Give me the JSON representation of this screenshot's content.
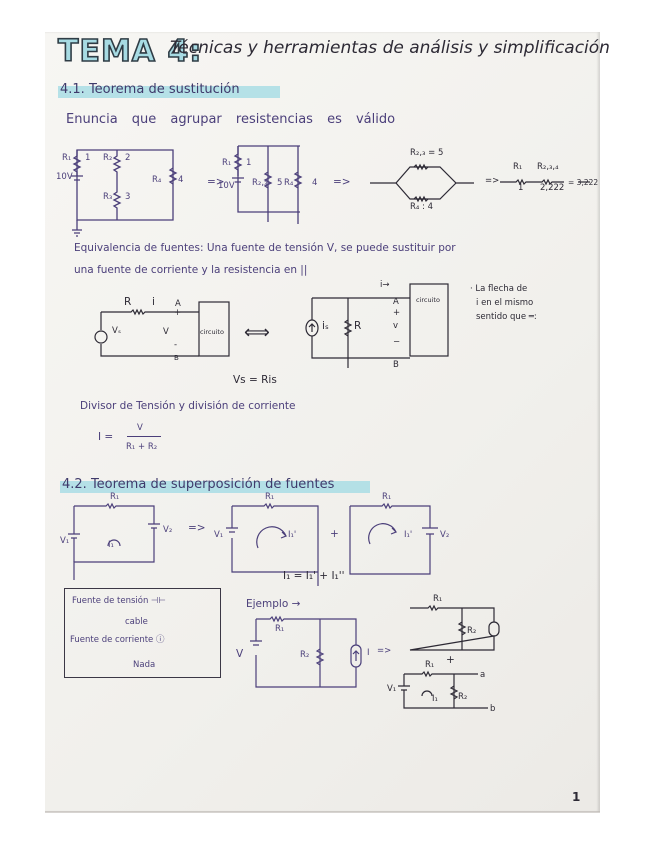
{
  "page": {
    "title_tema": "TEMA 4:",
    "title_rest": "Técnicas y herramientas de análisis y simplificación",
    "page_number": "1",
    "colors": {
      "ink": "#4b3f7a",
      "highlight": "#a9dde5",
      "paper": "#f3f2ef",
      "dark_ink": "#2d2a35"
    }
  },
  "section1": {
    "heading": "4.1. Teorema de sustitución",
    "statement": "Enuncia que agrupar resistencias es válido",
    "circuit1": {
      "R1": "R₁",
      "R1_val": "1",
      "R2": "R₂",
      "R2_val": "2",
      "R3": "R₃",
      "R3_val": "3",
      "R4": "R₄",
      "R4_val": "4",
      "source": "10V"
    },
    "arrow1": "=>",
    "circuit2": {
      "R1": "R₁",
      "R1_val": "1",
      "R23": "R₂,₃",
      "R23_val": "5",
      "R4": "R₄",
      "R4_val": "4",
      "source": "10V"
    },
    "arrow2": "=>",
    "circuit3": {
      "top": "R₂,₃ = 5",
      "bottom": "R₄ : 4"
    },
    "arrow3": "=>",
    "circuit4": {
      "R1": "R₁",
      "R234": "R₂,₃,₄",
      "R1_val": "1",
      "R234_val": "2,222",
      "result": "= 3,222"
    },
    "equivalence_line1": "Equivalencia de fuentes: Una fuente de tensión V, se puede sustituir por",
    "equivalence_line2": "una fuente de corriente y la resistencia en ||",
    "left_circuit": {
      "R": "R",
      "i": "i",
      "A": "A",
      "plus": "+",
      "V": "V",
      "minus": "-",
      "B": "B",
      "source": "Vₛ",
      "box": "circuito"
    },
    "double_arrow": "⟺",
    "right_circuit": {
      "i": "i→",
      "source": "iₛ",
      "R": "R",
      "A": "A",
      "plus": "+",
      "v": "v",
      "minus": "−",
      "B": "B",
      "box": "circuito"
    },
    "note": [
      "· La flecha de",
      "i en el mismo",
      "sentido que ═:"
    ],
    "relation": "Vs = Ris",
    "divider_heading": "Divisor de Tensión y división de corriente",
    "formula": {
      "lhs": "I =",
      "numerator": "V",
      "denominator": "R₁ + R₂"
    }
  },
  "section2": {
    "heading": "4.2. Teorema de superposición de fuentes",
    "circuitA": {
      "R1": "R₁",
      "V1": "V₁",
      "V2": "V₂",
      "loop": "I₁"
    },
    "arrow": "=>",
    "circuitB": {
      "R1": "R₁",
      "V1": "V₁",
      "loop": "I₁'"
    },
    "plus": "+",
    "circuitC": {
      "R1": "R₁",
      "V2": "V₂",
      "loop": "I₁'"
    },
    "sum": "I₁ = I₁' + I₁''",
    "legend": {
      "line1": "Fuente de tensión ⊣⊢",
      "line1_result": "cable",
      "line2": "Fuente de corriente ⓘ",
      "line2_result": "Nada"
    },
    "example": {
      "label": "Ejemplo →",
      "R1": "R₁",
      "R2": "R₂",
      "V": "V",
      "I": "I",
      "arrow": "=>",
      "top_R1": "R₁",
      "top_R2": "R₂",
      "plus": "+",
      "bottom_R1": "R₁",
      "bottom_R2": "R₂",
      "bottom_V1": "V₁",
      "bottom_loop": "I₁",
      "a": "a",
      "b": "b"
    }
  }
}
